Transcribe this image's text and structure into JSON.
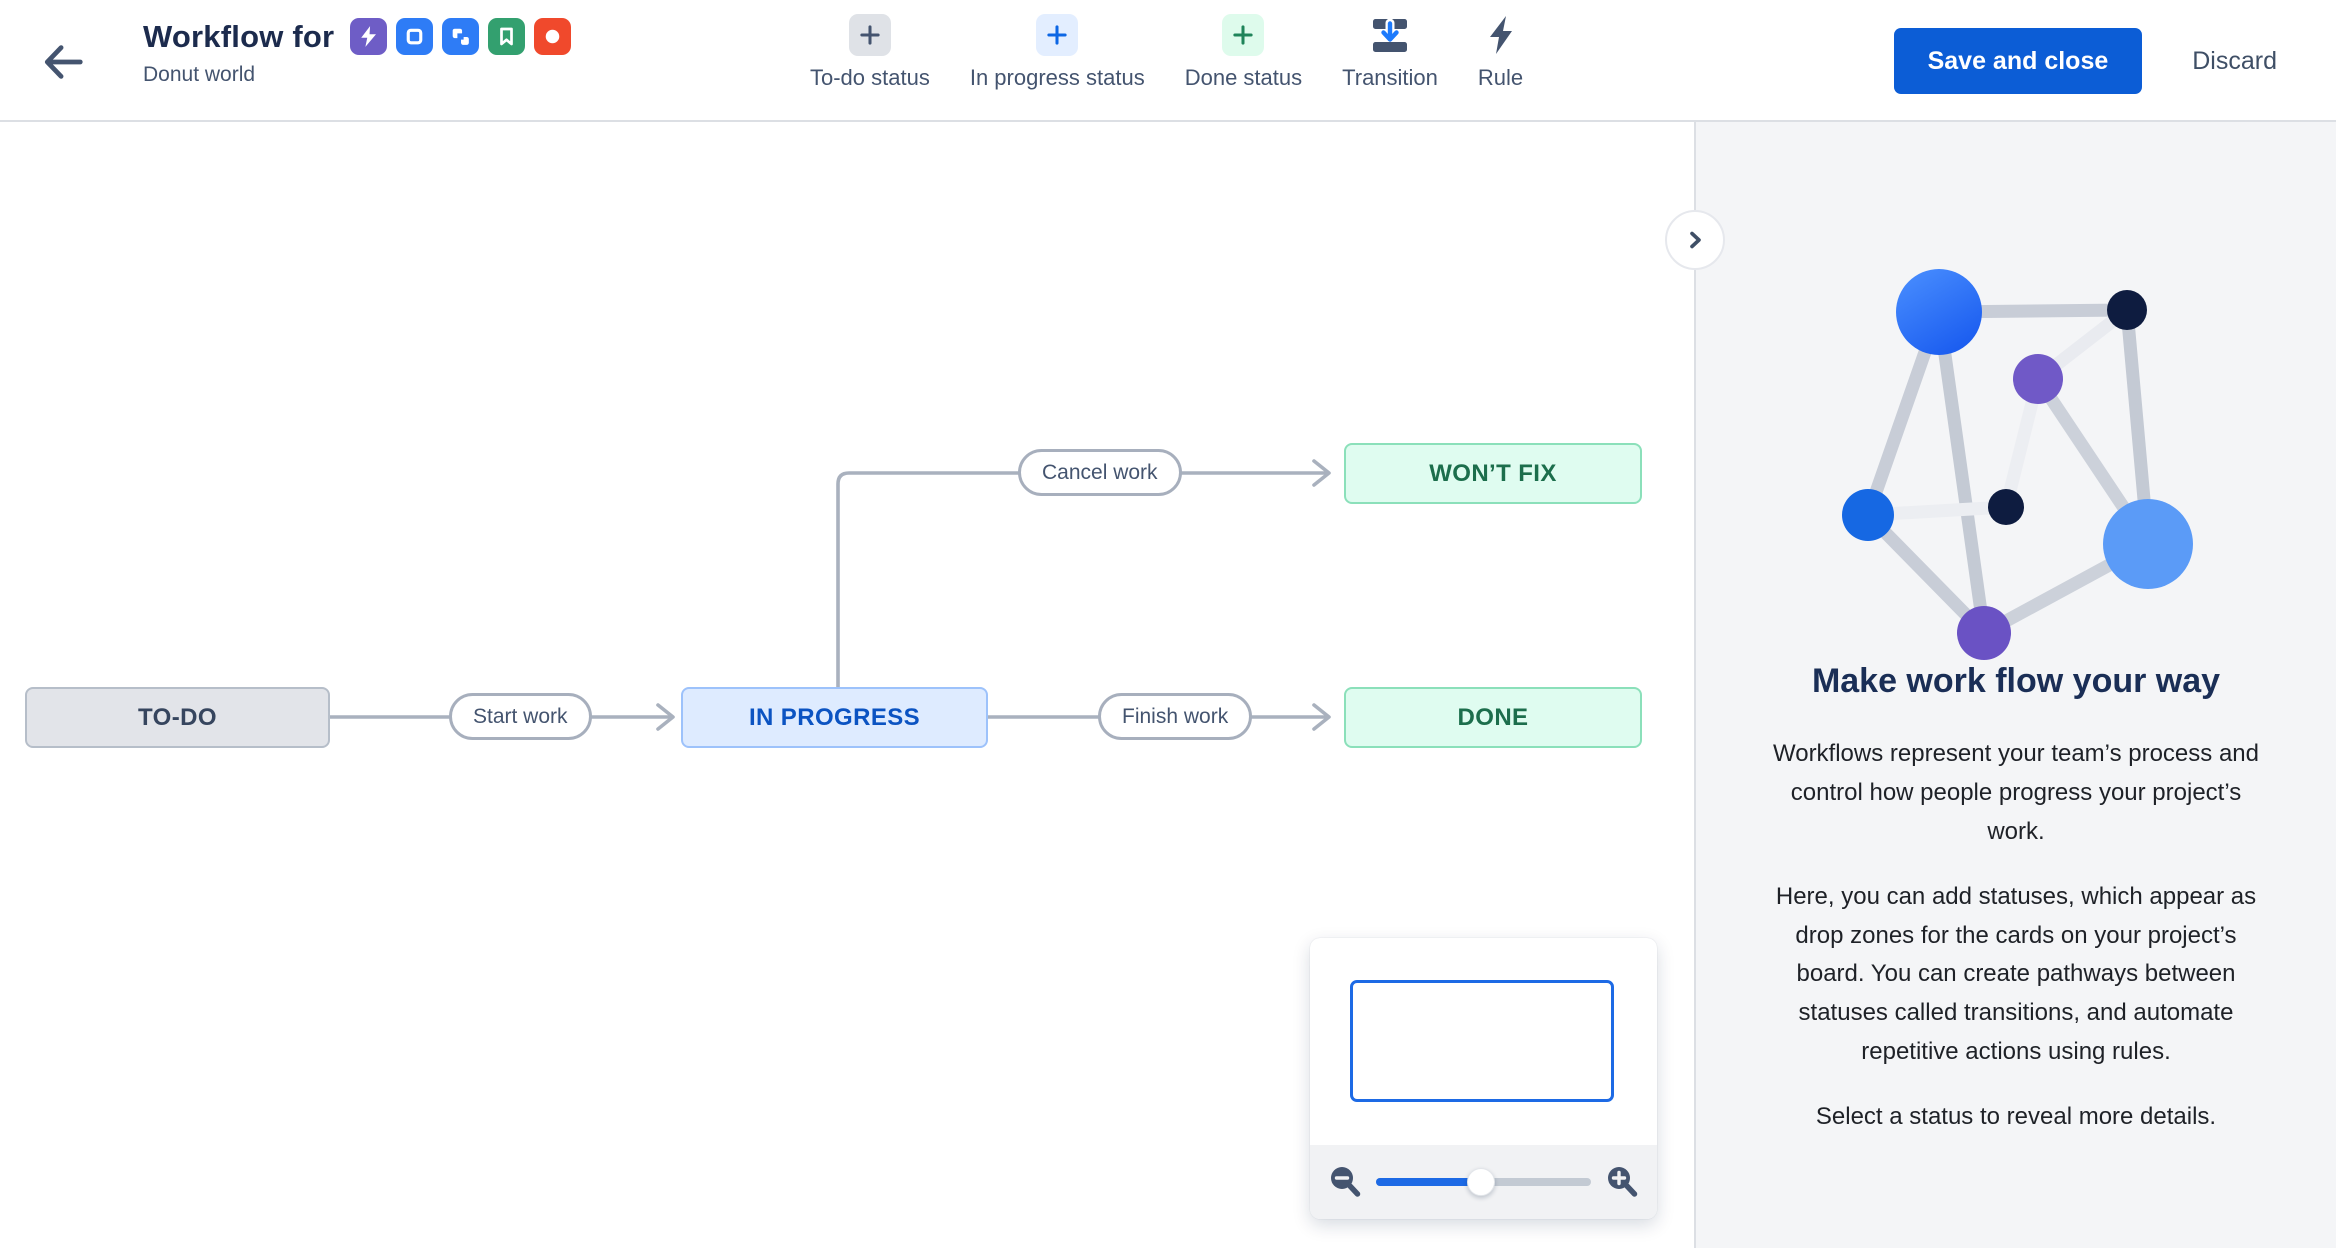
{
  "header": {
    "title": "Workflow for",
    "subtitle": "Donut world",
    "issue_types": [
      {
        "name": "epic",
        "color": "#6E5DC6"
      },
      {
        "name": "task",
        "color": "#2E7CF6"
      },
      {
        "name": "subtask",
        "color": "#2E7CF6"
      },
      {
        "name": "story",
        "color": "#33A06F"
      },
      {
        "name": "bug",
        "color": "#F0492C"
      }
    ],
    "toolbar": [
      {
        "label": "To-do status"
      },
      {
        "label": "In progress status"
      },
      {
        "label": "Done status"
      },
      {
        "label": "Transition"
      },
      {
        "label": "Rule"
      }
    ],
    "save_label": "Save and close",
    "discard_label": "Discard"
  },
  "canvas": {
    "statuses": [
      {
        "label": "TO-DO",
        "category": "todo"
      },
      {
        "label": "IN PROGRESS",
        "category": "inprogress"
      },
      {
        "label": "DONE",
        "category": "done"
      },
      {
        "label": "WON’T FIX",
        "category": "done"
      }
    ],
    "transitions": [
      {
        "label": "Start work",
        "from": "TO-DO",
        "to": "IN PROGRESS"
      },
      {
        "label": "Finish work",
        "from": "IN PROGRESS",
        "to": "DONE"
      },
      {
        "label": "Cancel work",
        "from": "IN PROGRESS",
        "to": "WON’T FIX"
      }
    ]
  },
  "minimap": {
    "slider_value_percent": 49
  },
  "panel": {
    "heading": "Make work flow your way",
    "paragraphs": [
      "Workflows represent your team’s process and control how people progress your project’s work.",
      "Here, you can add statuses, which appear as drop zones for the cards on your project’s board. You can create pathways between statuses called transitions, and automate repetitive actions using rules.",
      "Select a status to reveal more details."
    ]
  },
  "colors": {
    "accent_blue": "#0C5DD6",
    "todo_bg": "#E2E4E9",
    "inprogress_bg": "#DEEBFF",
    "done_bg": "#DFFCF0",
    "edge_gray": "#A9B1BE",
    "panel_bg": "#F4F5F7"
  }
}
